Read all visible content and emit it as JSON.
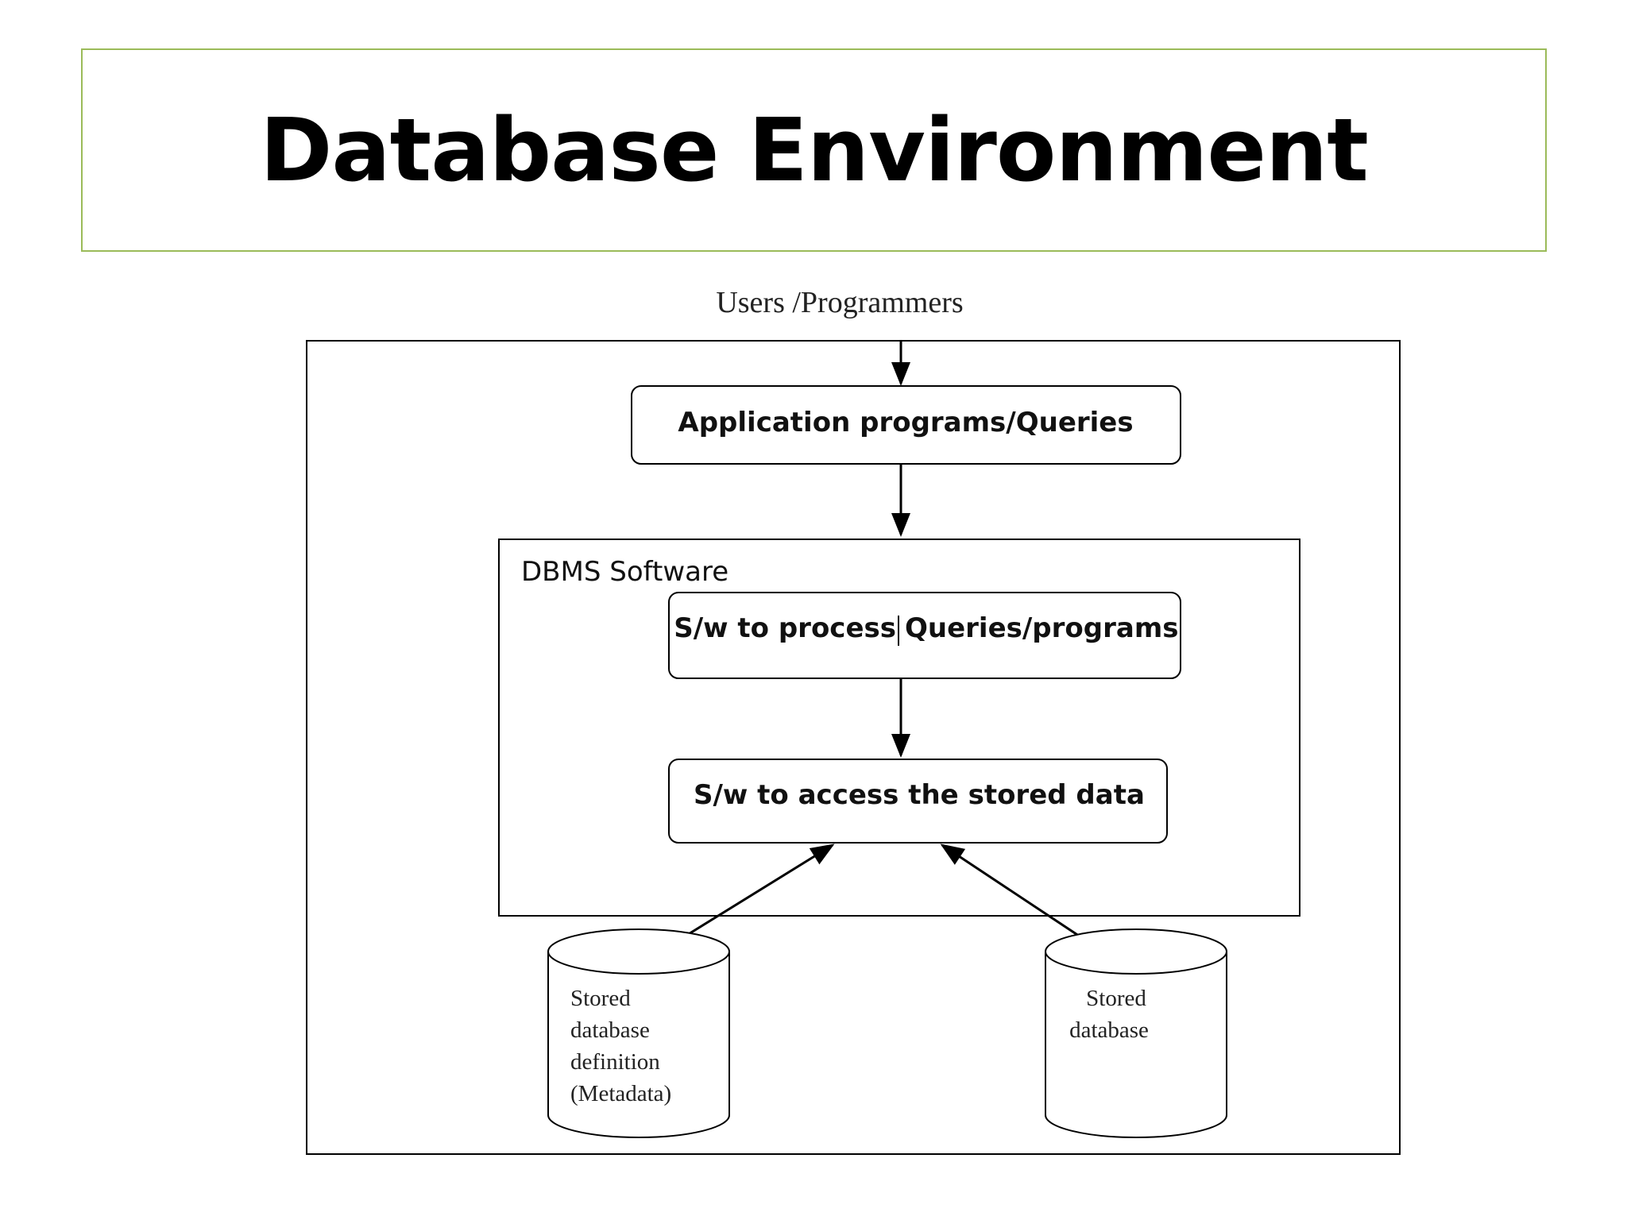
{
  "title": "Database Environment",
  "diagram": {
    "users_label": "Users /Programmers",
    "app_box_label": "Application programs/Queries",
    "dbms_label": "DBMS Software",
    "process_box_label_a": "S/w to process",
    "process_box_label_b": "Queries/programs",
    "access_box_label": "S/w to access the stored data",
    "metadata_store": {
      "line1": "Stored",
      "line2": "database",
      "line3": "definition",
      "line4": "(Metadata)"
    },
    "data_store": {
      "line1": "Stored",
      "line2": "database"
    }
  }
}
